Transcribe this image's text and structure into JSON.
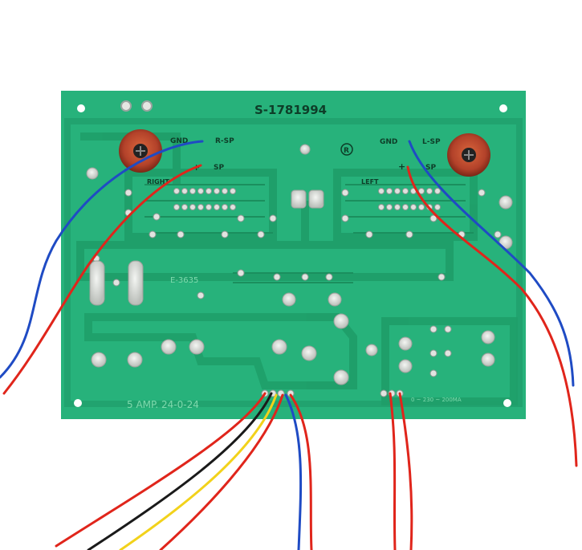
{
  "board": {
    "serial_label": "S-1781994",
    "right_gnd_label": "GND",
    "right_sp_label": "R-SP",
    "right_plus_label": "+",
    "right_sp2_label": "SP",
    "right_section_label": "RIGHT",
    "left_gnd_label": "GND",
    "left_sp_label": "L-SP",
    "left_plus_label": "+",
    "left_sp2_label": "SP",
    "left_section_label": "LEFT",
    "registered_mark": "R",
    "part_label": "E-3635",
    "rating_label": "5 AMP. 24-0-24",
    "mains_label": "0 ~ 230 ~ 200MA"
  },
  "colors": {
    "pcb_green": "#27b27b",
    "trace_green": "#22a56f",
    "pad_silver": "#d9dcd8",
    "wire_red": "#e0251b",
    "wire_blue": "#1f4bc4",
    "wire_black": "#1a1a1a",
    "wire_yellow": "#f2d21b",
    "grommet": "#b3422a"
  }
}
